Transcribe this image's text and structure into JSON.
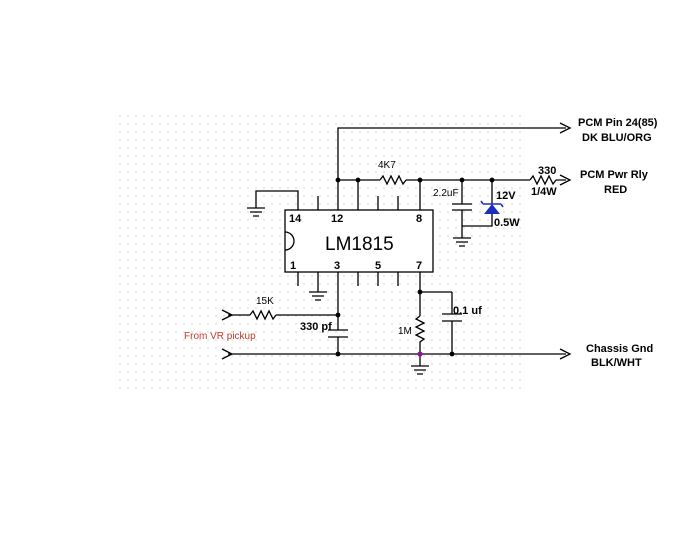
{
  "chip": {
    "name": "LM1815",
    "pins": {
      "p1": "1",
      "p3": "3",
      "p5": "5",
      "p7": "7",
      "p14": "14",
      "p12": "12",
      "p8": "8"
    }
  },
  "components": {
    "r_4k7": "4K7",
    "c_2u2": "2.2uF",
    "zener_v": "12V",
    "zener_w": "0.5W",
    "r_330": "330",
    "r_330_w": "1/4W",
    "r_15k": "15K",
    "c_330pf": "330 pf",
    "r_1m": "1M",
    "c_01uf": "0.1 uf"
  },
  "connections": {
    "pcm_pin_l1": "PCM Pin 24(85)",
    "pcm_pin_l2": "DK BLU/ORG",
    "pcm_pwr_l1": "PCM Pwr Rly",
    "pcm_pwr_l2": "RED",
    "chassis_l1": "Chassis Gnd",
    "chassis_l2": "BLK/WHT",
    "vr_pickup": "From VR pickup"
  },
  "colors": {
    "wire": "#000000",
    "vr_label": "#c0392b",
    "zener": "#1a2fbf",
    "grid": "#c8c8c8"
  }
}
